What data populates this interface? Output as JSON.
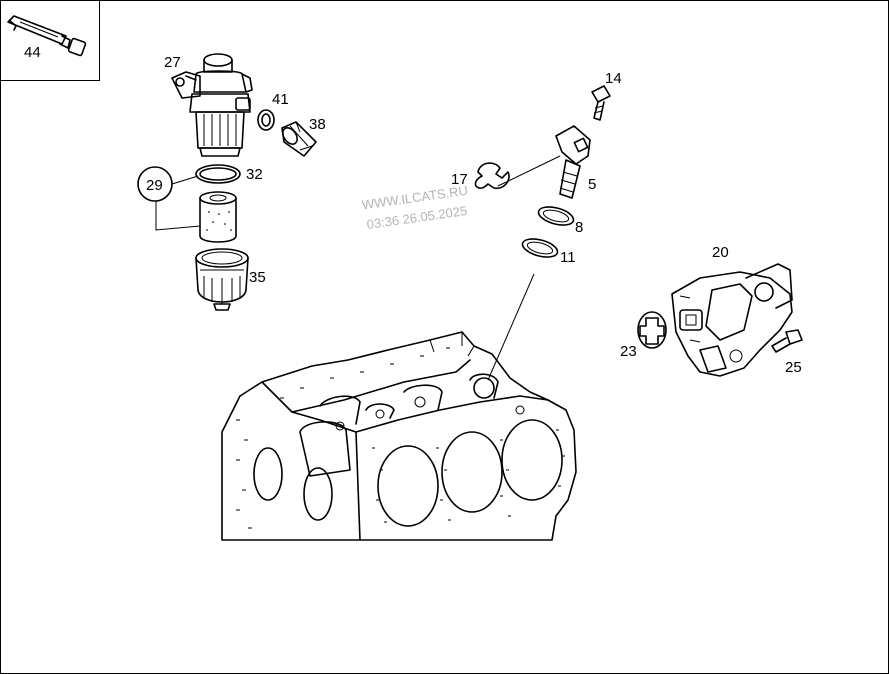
{
  "colors": {
    "line": "#000000",
    "background": "#ffffff",
    "watermark": "#b4b4b4"
  },
  "callouts": {
    "c44": "44",
    "c27": "27",
    "c41": "41",
    "c38": "38",
    "c32": "32",
    "c29": "29",
    "c35": "35",
    "c14": "14",
    "c17": "17",
    "c5": "5",
    "c8": "8",
    "c11": "11",
    "c20": "20",
    "c23": "23",
    "c25": "25"
  },
  "watermark": {
    "site": "WWW.ILCATS.RU",
    "stamp": "03:36 26.05.2025"
  },
  "icons": {
    "tube": "grease-tube-icon",
    "wrench": "wrench-icon"
  }
}
